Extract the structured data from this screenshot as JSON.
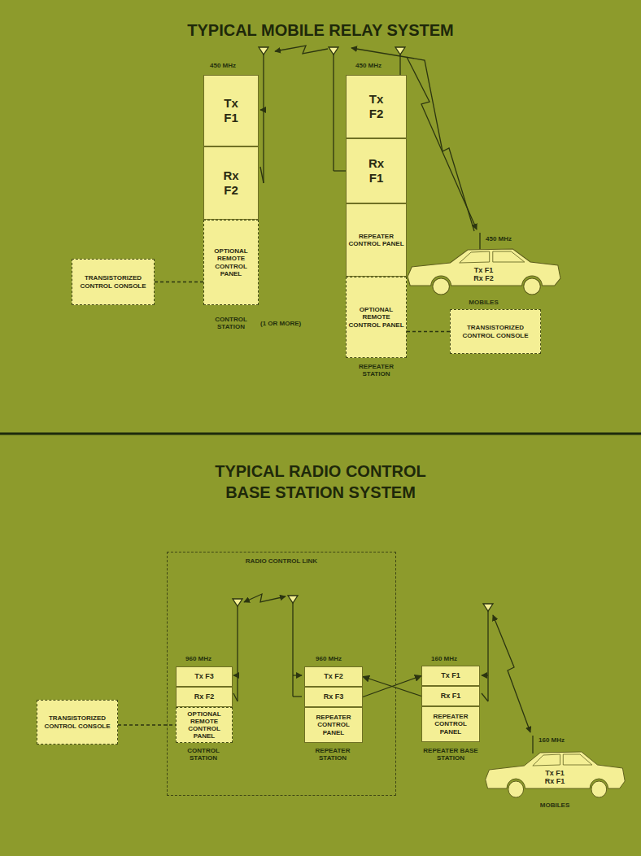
{
  "diagram": {
    "title": "TYPICAL MOBILE RELAY SYSTEM",
    "nodes": [
      {
        "text": [
          "Tx F1"
        ]
      },
      {
        "text": [
          "Rx F2"
        ]
      },
      {
        "text": [
          "OPTIONAL REMOTE CONTROL PANEL"
        ]
      },
      {
        "text": [
          "TRANSISTORIZED CONTROL CONSOLE"
        ]
      },
      {
        "text": [
          "Tx F2"
        ]
      },
      {
        "text": [
          "Rx F1"
        ]
      },
      {
        "text": [
          "REPEATER CONTROL PANEL"
        ]
      },
      {
        "text": [
          "OPTIONAL REMOTE CONTROL PANEL"
        ]
      },
      {
        "text": [
          "TRANSISTORIZED CONTROL CONSOLE"
        ]
      },
      {
        "text": [
          "Tx F1",
          "Rx F2",
          "MOBILES"
        ]
      },
      {
        "text": [
          "RADIO CONTROL LINK"
        ]
      },
      {
        "text": [
          "Tx F3"
        ],
        "in": 10
      },
      {
        "text": [
          "Rx F2"
        ],
        "in": 10
      },
      {
        "text": [
          "OPTIONAL REMOTE CONTROL PANEL"
        ],
        "in": 10
      },
      {
        "text": [
          "Tx F2"
        ],
        "in": 10
      },
      {
        "text": [
          "Rx F3"
        ],
        "in": 10
      },
      {
        "text": [
          "REPEATER CONTROL PANEL"
        ],
        "in": 10
      },
      {
        "text": [
          "Tx F1"
        ]
      },
      {
        "text": [
          "Rx F1"
        ]
      },
      {
        "text": [
          "REPEATER CONTROL PANEL"
        ]
      },
      {
        "text": [
          "TRANSISTORIZED CONTROL CONSOLE"
        ]
      },
      {
        "text": [
          "Tx F1",
          "Rx F1",
          "MOBILES"
        ]
      }
    ],
    "edges": [
      {
        "from": 3,
        "to": 2,
        "arrow": "none"
      },
      {
        "from": 7,
        "to": 8,
        "arrow": "none"
      },
      {
        "from": 20,
        "to": 13,
        "arrow": "none"
      },
      {
        "from": 15,
        "to": 17,
        "arrow": "to"
      },
      {
        "from": 18,
        "to": 14,
        "arrow": "to"
      }
    ],
    "labels": [
      "TYPICAL RADIO CONTROL BASE STATION SYSTEM",
      "450 MHz",
      "450 MHz",
      "450 MHz",
      "CONTROL STATION",
      "(1 OR MORE)",
      "REPEATER STATION",
      "960 MHz",
      "960 MHz",
      "160 MHz",
      "160 MHz",
      "CONTROL STATION",
      "REPEATER STATION",
      "REPEATER BASE STATION"
    ]
  }
}
